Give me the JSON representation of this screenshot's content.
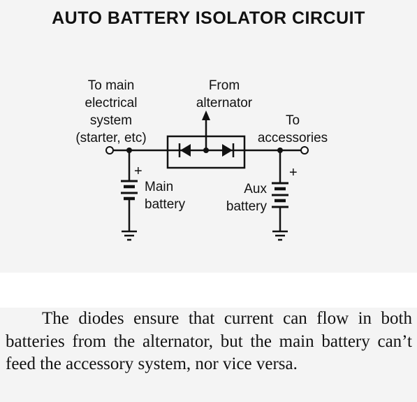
{
  "title": "AUTO BATTERY ISOLATOR CIRCUIT",
  "labels": {
    "main_system": [
      "To main",
      "electrical",
      "system",
      "(starter, etc)"
    ],
    "alternator": [
      "From",
      "alternator"
    ],
    "accessories": [
      "To",
      "accessories"
    ],
    "main_battery": [
      "Main",
      "battery"
    ],
    "aux_battery": [
      "Aux",
      "battery"
    ],
    "plus_left": "+",
    "plus_right": "+"
  },
  "caption": "The diodes ensure that current can flow in both batteries from the alternator, but the main battery can’t feed the accessory system, nor vice versa."
}
